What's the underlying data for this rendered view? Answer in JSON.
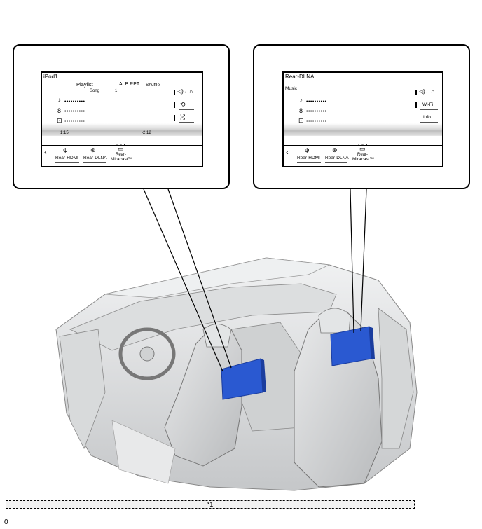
{
  "left_screen": {
    "title": "iPod1",
    "mode_label": "Playlist",
    "sub_label": "Song",
    "sub_value": "1",
    "alb_rpt": "ALB.RPT",
    "shuffle": "Shuffle",
    "rows": [
      "••••••••••",
      "••••••••••",
      "••••••••••"
    ],
    "time_elapsed": "1:15",
    "time_remaining": "-2:12",
    "sources": [
      "Rear-HDMI",
      "Rear-DLNA",
      "Rear-",
      "Miracast™"
    ]
  },
  "right_screen": {
    "title": "Rear-DLNA",
    "mode_label": "Music",
    "rows": [
      "••••••••••",
      "••••••••••",
      "••••••••••"
    ],
    "wifi": "Wi-Fi",
    "info": "Info",
    "sources": [
      "Rear-HDMI",
      "Rear-DLNA",
      "Rear-",
      "Miracast™"
    ]
  },
  "footer": {
    "label": "*1"
  },
  "corner_mark": "0",
  "icons": [
    "music-note-icon",
    "artist-icon",
    "album-icon",
    "audio-to-headphone-icon",
    "repeat-icon",
    "shuffle-icon",
    "back-icon",
    "usb-icon",
    "dlna-icon",
    "miracast-icon"
  ],
  "colors": {
    "display_blue": "#2a59d1",
    "display_blue_dark": "#1b3d9e",
    "interior_gray": "#cfd1d3"
  }
}
